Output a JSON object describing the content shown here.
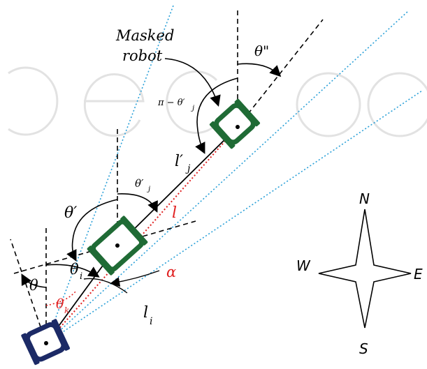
{
  "labels": {
    "masked_robot_line1": "Masked",
    "masked_robot_line2": "robot",
    "theta_dd": "θ\"",
    "pi_minus_theta_pj": "π − θ′",
    "pi_minus_theta_pj_sub": "j",
    "l_prime_j": "l′",
    "l_prime_j_sub": "j",
    "theta_pj": "θ′",
    "theta_pj_sub": "j",
    "theta_prime": "θ′",
    "l": "l",
    "theta_i": "θ",
    "theta_i_sub": "i",
    "alpha": "α",
    "theta": "θ",
    "theta_k": "θ",
    "theta_k_sub": "k",
    "l_i": "l",
    "l_i_sub": "i"
  },
  "compass": {
    "north": "N",
    "south": "S",
    "east": "E",
    "west": "W"
  },
  "colors": {
    "line": "#000000",
    "dotted_red": "#e02020",
    "dotted_blue": "#2aa0d8",
    "robot_green": "#1f6b35",
    "robot_navy": "#1c2a66",
    "red_label": "#e02020",
    "watermark": "#e6e6e6"
  }
}
